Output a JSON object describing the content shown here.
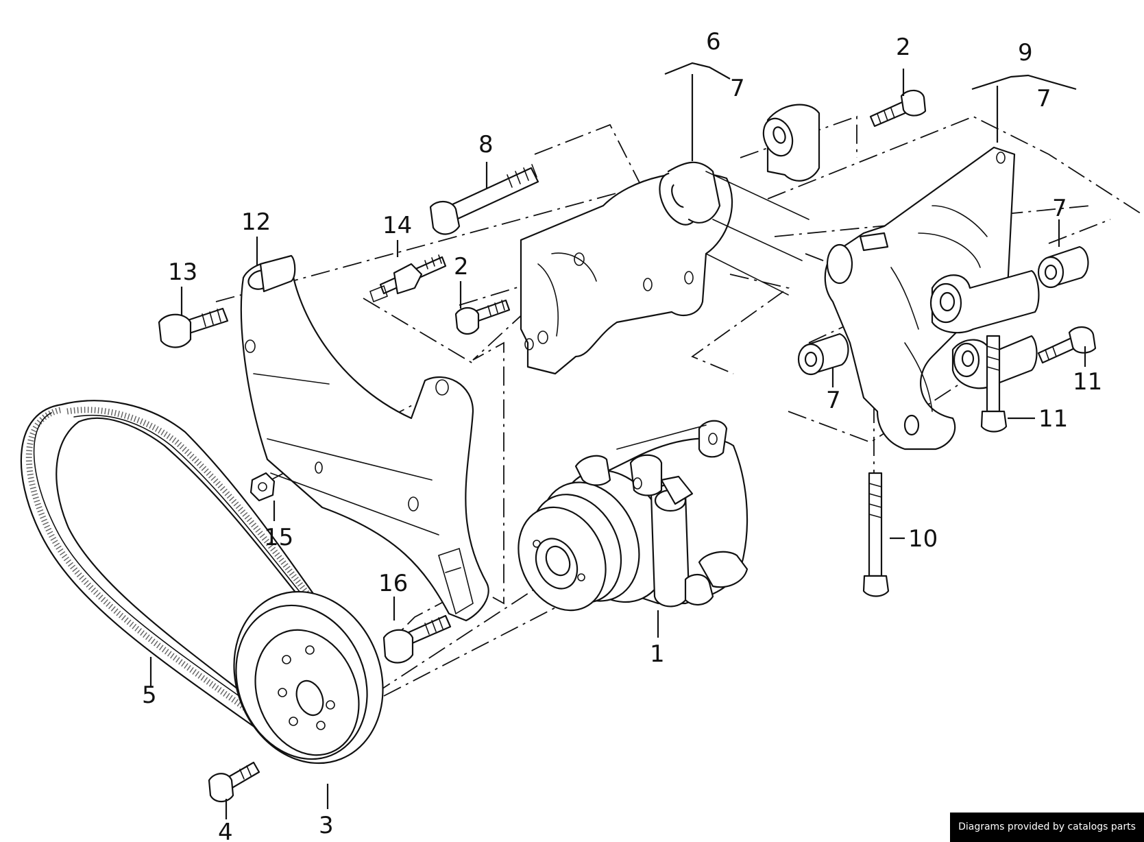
{
  "diagram": {
    "callouts": {
      "c1": "1",
      "c2a": "2",
      "c2b": "2",
      "c3": "3",
      "c4": "4",
      "c5": "5",
      "c6": "6",
      "c7a": "7",
      "c7b": "7",
      "c7c": "7",
      "c7d": "7",
      "c8": "8",
      "c9": "9",
      "c10": "10",
      "c11a": "11",
      "c11b": "11",
      "c12": "12",
      "c13": "13",
      "c14": "14",
      "c15": "15",
      "c16": "16"
    }
  },
  "credit": {
    "text": "Diagrams provided by catalogs parts"
  },
  "colors": {
    "ink": "#111111",
    "background": "#ffffff",
    "credit_background": "#000000",
    "credit_text": "#ffffff"
  }
}
